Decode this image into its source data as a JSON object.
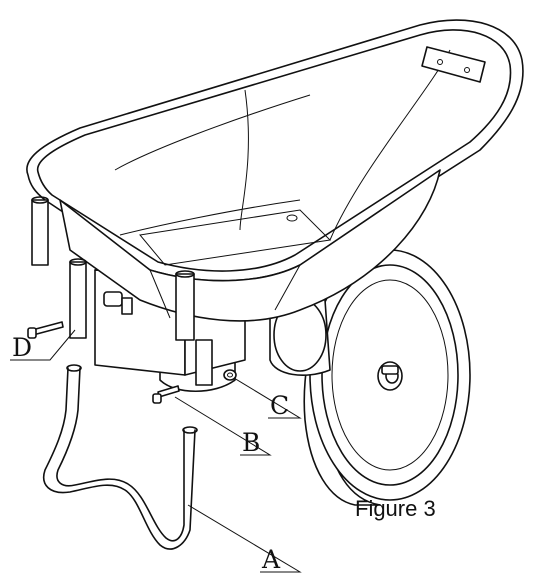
{
  "figure": {
    "caption": "Figure 3"
  },
  "callouts": {
    "a": "A",
    "b": "B",
    "c": "C",
    "d": "D"
  },
  "colors": {
    "line": "#111111",
    "background": "#ffffff"
  }
}
